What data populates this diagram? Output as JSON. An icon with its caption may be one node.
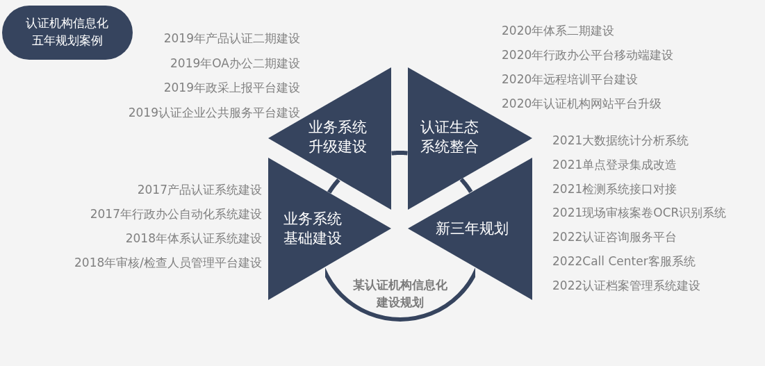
{
  "diagram": {
    "nodes": [
      {
        "text": [
          "认证机构信息化五年规划案例"
        ]
      },
      {
        "text": [
          "某认证机构信息化建设规划"
        ]
      },
      {
        "text": [
          "业务系统升级建设"
        ]
      },
      {
        "text": [
          "认证生态系统整合"
        ]
      },
      {
        "text": [
          "业务系统基础建设"
        ]
      },
      {
        "text": [
          "新三年规划"
        ]
      }
    ],
    "edges": [],
    "labels": [
      "2019年产品认证二期建设",
      "2019年OA办公二期建设",
      "2019年政采上报平台建设",
      "2019认证企业公共服务平台建设",
      "2020年体系二期建设",
      "2020年行政办公平台移动端建设",
      "2020年远程培训平台建设",
      "2020年认证机构网站平台升级",
      "2021大数据统计分析系统",
      "2021单点登录集成改造",
      "2021检测系统接口对接",
      "2021现场审核案卷OCR识别系统",
      "2022认证咨询服务平台",
      "2022Call Center客服系统",
      "2022认证档案管理系统建设",
      "2017产品认证系统建设",
      "2017年行政办公自动化系统建设",
      "2018年体系认证系统建设",
      "2018年审核/检查人员管理平台建设"
    ]
  }
}
